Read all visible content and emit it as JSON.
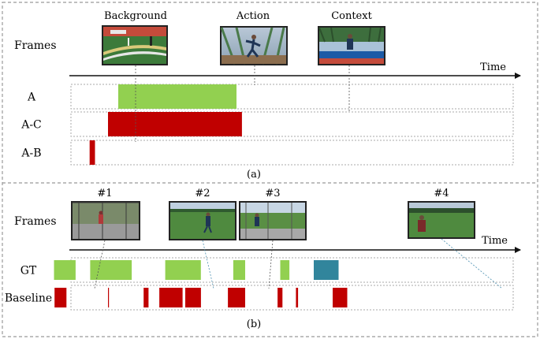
{
  "top": {
    "frames_label": "Frames",
    "time_label": "Time",
    "caption": "(a)",
    "frame_captions": [
      "Background",
      "Action",
      "Context"
    ],
    "rows": [
      {
        "label": "A",
        "color": "#92d050",
        "segments": [
          [
            0.219,
            0.438
          ]
        ]
      },
      {
        "label": "A-C",
        "color": "#c00000",
        "segments": [
          [
            0.2,
            0.448
          ]
        ]
      },
      {
        "label": "A-B",
        "color": "#c00000",
        "segments": [
          [
            0.166,
            0.176
          ]
        ]
      }
    ]
  },
  "bottom": {
    "frames_label": "Frames",
    "time_label": "Time",
    "caption": "(b)",
    "frame_captions": [
      "#1",
      "#2",
      "#3",
      "#4"
    ],
    "rows": [
      {
        "label": "GT",
        "color": "#92d050",
        "segments": [
          [
            0.1,
            0.14
          ],
          [
            0.167,
            0.244
          ],
          [
            0.306,
            0.372
          ],
          [
            0.432,
            0.454
          ],
          [
            0.519,
            0.536
          ]
        ],
        "extra": {
          "color": "#31859c",
          "segments": [
            [
              0.581,
              0.627
            ]
          ]
        }
      },
      {
        "label": "Baseline",
        "color": "#c00000",
        "segments": [
          [
            0.101,
            0.123
          ],
          [
            0.2,
            0.201
          ],
          [
            0.266,
            0.275
          ],
          [
            0.295,
            0.338
          ],
          [
            0.343,
            0.372
          ],
          [
            0.422,
            0.454
          ],
          [
            0.514,
            0.523
          ],
          [
            0.548,
            0.552
          ],
          [
            0.616,
            0.643
          ]
        ]
      }
    ]
  },
  "colors": {
    "green": "#92d050",
    "red": "#c00000",
    "teal": "#31859c",
    "outer_border": "#999999",
    "row_border": "#aaaaaa"
  }
}
